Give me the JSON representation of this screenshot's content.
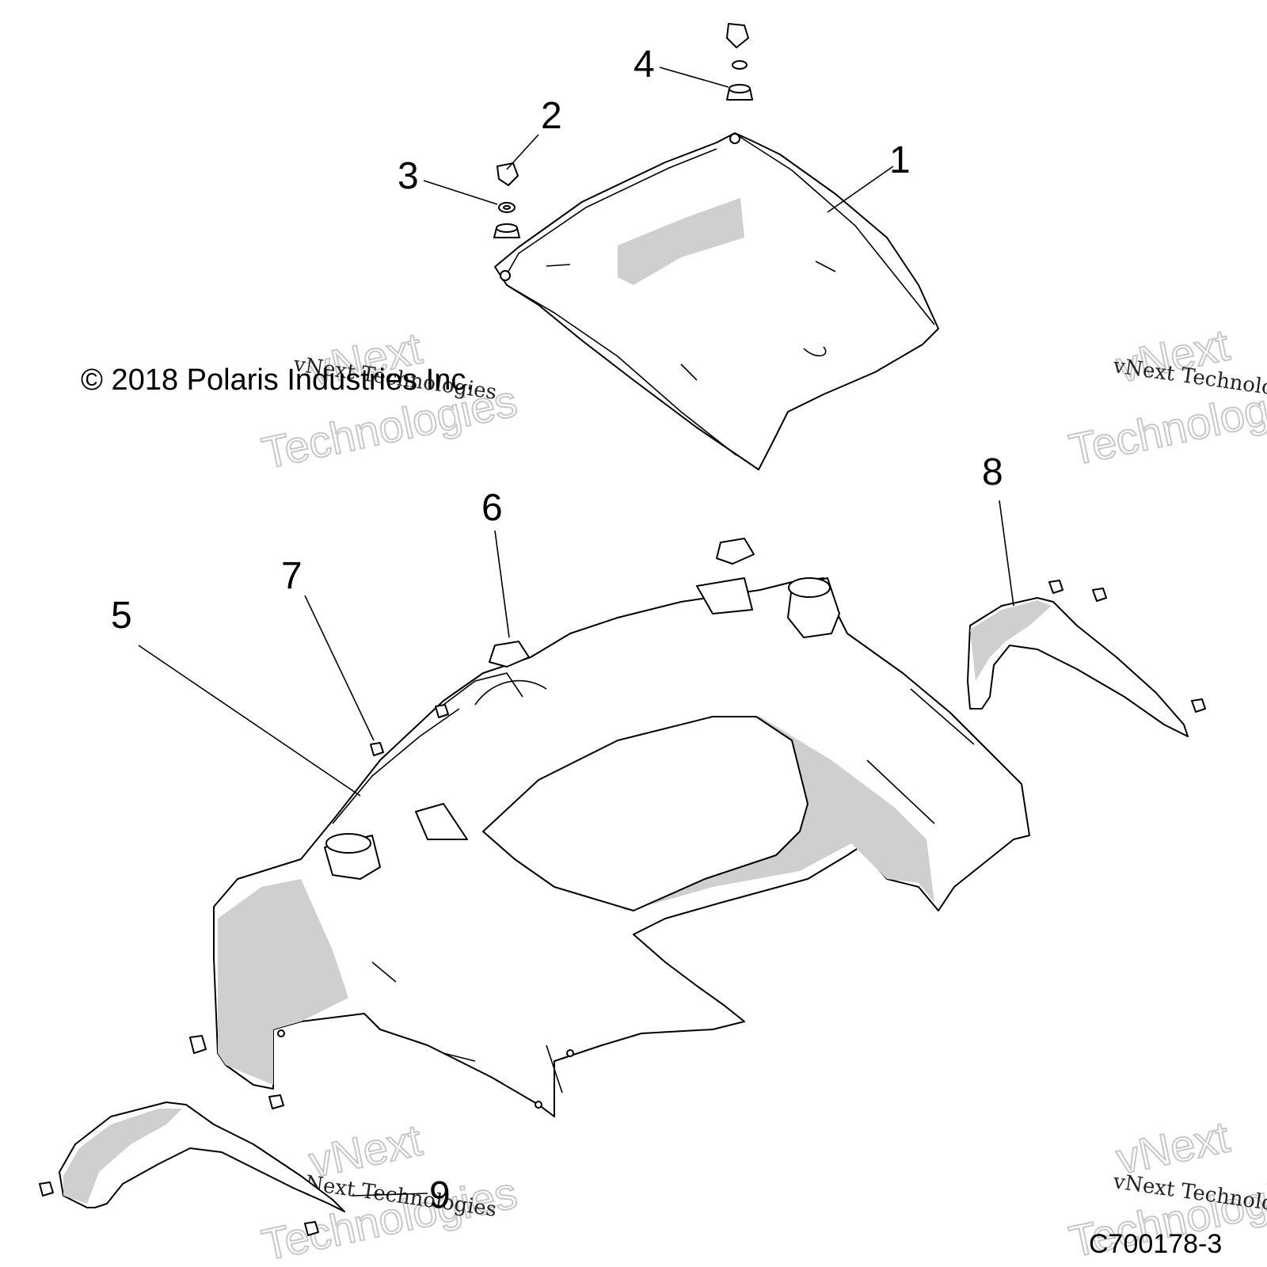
{
  "copyright": "© 2018 Polaris Industries Inc.",
  "figure_code": "C700178-3",
  "watermark": {
    "small": "vNext Technologies",
    "big_line1": "vNext",
    "big_line2": "Technologies"
  },
  "callouts": [
    "1",
    "2",
    "3",
    "4",
    "5",
    "6",
    "7",
    "8",
    "9"
  ]
}
